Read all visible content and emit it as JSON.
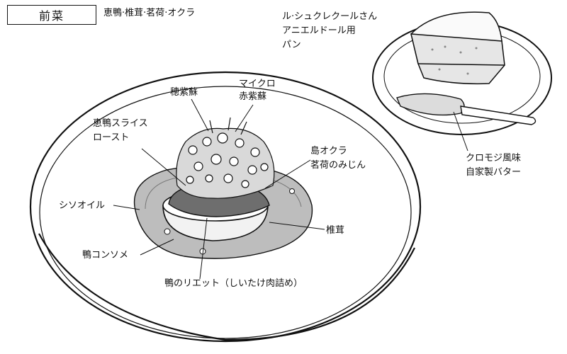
{
  "course": {
    "title": "前菜",
    "subtitle": "恵鴨·椎茸·茗荷·オクラ"
  },
  "bread": {
    "lines": [
      "ル·シュクレクールさん",
      "アニエルドール用",
      "パン"
    ]
  },
  "butter": {
    "lines": [
      "クロモジ風味",
      "自家製バター"
    ]
  },
  "labels": {
    "hojiso": "穂紫蘇",
    "micro_akajiso": [
      "マイクロ",
      "赤紫蘇"
    ],
    "megumi_duck": [
      "恵鴨スライス",
      "ロースト"
    ],
    "okra": [
      "島オクラ",
      "茗荷のみじん"
    ],
    "shiso_oil": "シソオイル",
    "shiitake": "椎茸",
    "consomme": "鴨コンソメ",
    "rillettes": "鴨のリエット（しいたけ肉詰め）"
  }
}
